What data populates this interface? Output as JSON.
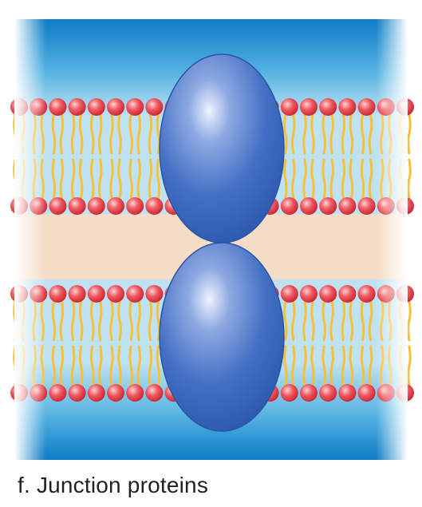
{
  "caption": "f. Junction proteins",
  "colors": {
    "extracellular_light": "#cfe9f6",
    "extracellular_dark": "#1f8fd0",
    "intercellular_space": "#f4dcc6",
    "phospholipid_head": "#e8464f",
    "phospholipid_tail": "#f6c037",
    "protein": "#3d6fc3",
    "protein_highlight": "#e8eefc"
  },
  "diagram": {
    "membranes": [
      {
        "name": "upper-membrane",
        "protein": "upper-junction-protein"
      },
      {
        "name": "lower-membrane",
        "protein": "lower-junction-protein"
      }
    ]
  }
}
